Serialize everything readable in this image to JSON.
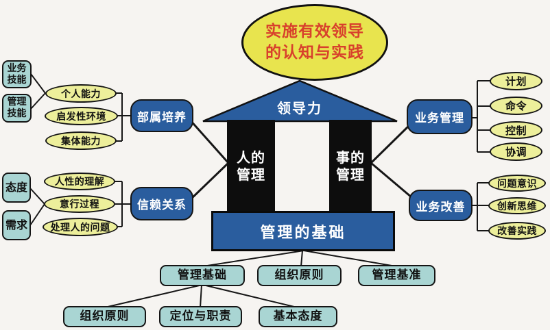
{
  "colors": {
    "blue": "#2a5d9e",
    "bright_yellow": "#e8e44e",
    "pale_yellow": "#edef9b",
    "teal": "#a9d5d3",
    "title_red": "#d8402c",
    "pillar_black": "#0d0d0d",
    "line": "#161616"
  },
  "title": {
    "lines": [
      "实施有效领导",
      "的认知与实践"
    ]
  },
  "house": {
    "roof_label": "领导力",
    "left_pillar": [
      "人的",
      "管理"
    ],
    "right_pillar": [
      "事的",
      "管理"
    ],
    "base_label": "管理的基础"
  },
  "left": {
    "skills": [
      [
        "业务",
        "技能"
      ],
      [
        "管理",
        "技能"
      ]
    ],
    "needs": [
      "态度",
      "需求"
    ],
    "dev_hub": "部属培养",
    "dev_items": [
      "个人能力",
      "启发性环境",
      "集体能力"
    ],
    "trust_hub": "信赖关系",
    "trust_items": [
      "人性的理解",
      "意行过程",
      "处理人的问题"
    ]
  },
  "right": {
    "mgmt_hub": "业务管理",
    "mgmt_items": [
      "计划",
      "命令",
      "控制",
      "协调"
    ],
    "improve_hub": "业务改善",
    "improve_items": [
      "问题意识",
      "创新思维",
      "改善实践"
    ]
  },
  "bottom": {
    "row1": [
      "管理基础",
      "组织原则",
      "管理基准"
    ],
    "row2": [
      "组织原则",
      "定位与职责",
      "基本态度"
    ]
  }
}
